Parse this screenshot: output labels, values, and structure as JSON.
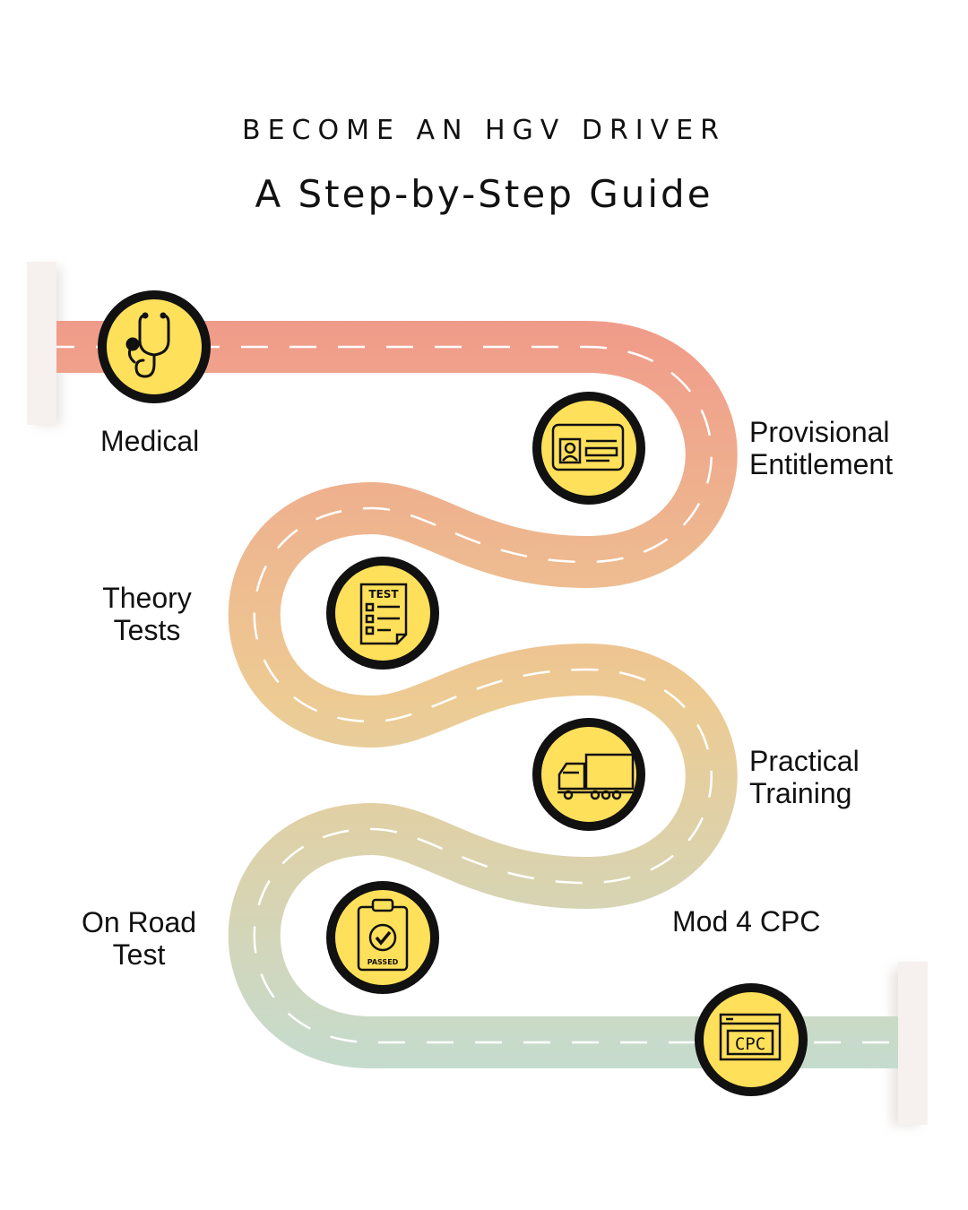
{
  "header": {
    "title": "BECOME AN HGV DRIVER",
    "subtitle": "A Step-by-Step Guide"
  },
  "colors": {
    "road_start": "#F09B8A",
    "road_mid": "#EDCB93",
    "road_end": "#C4DCCF",
    "node_fill": "#FFE05A",
    "node_ring": "#111111"
  },
  "steps": [
    {
      "label": "Medical",
      "icon": "stethoscope-icon"
    },
    {
      "label": "Provisional\nEntitlement",
      "icon": "id-card-icon"
    },
    {
      "label": "Theory\nTests",
      "icon": "test-sheet-icon"
    },
    {
      "label": "Practical\nTraining",
      "icon": "truck-icon"
    },
    {
      "label": "On Road\nTest",
      "icon": "passed-clipboard-icon"
    },
    {
      "label": "Mod 4 CPC",
      "icon": "cpc-certificate-icon"
    }
  ],
  "icon_text": {
    "test": "TEST",
    "passed": "PASSED",
    "cpc": "CPC"
  }
}
